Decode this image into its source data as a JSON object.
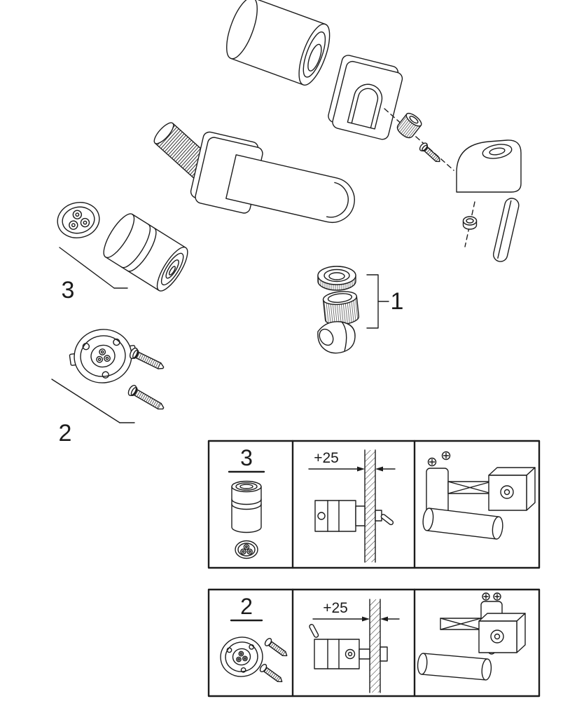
{
  "exploded_view": {
    "callouts": {
      "aerator_group": "1",
      "mounting_plate_group": "2",
      "cartridge_group": "3"
    }
  },
  "panels": [
    {
      "label": "3",
      "dimension": "+25"
    },
    {
      "label": "2",
      "dimension": "+25"
    }
  ],
  "colors": {
    "line": "#1c1c1c",
    "background": "#ffffff"
  }
}
